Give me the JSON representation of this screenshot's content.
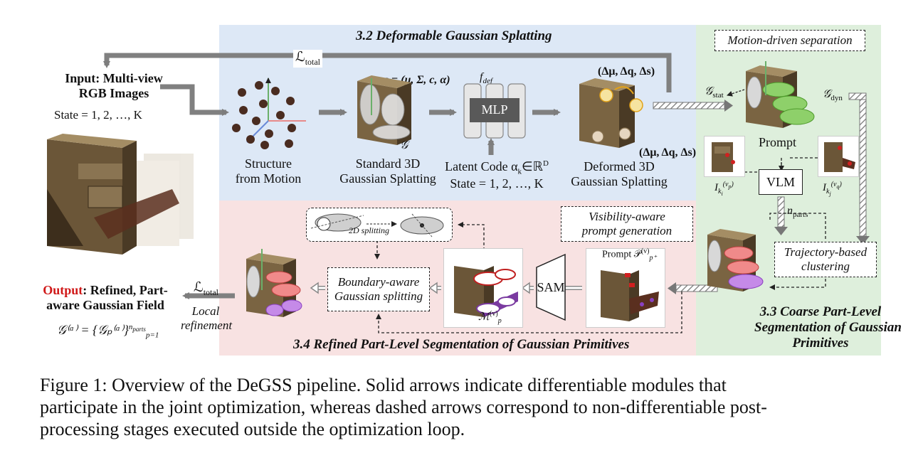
{
  "sections": {
    "deformable": "3.2 Deformable Gaussian Splatting",
    "coarse": [
      "3.3 Coarse Part-Level",
      "Segmentation of Gaussian",
      "Primitives"
    ],
    "refined": "3.4 Refined Part-Level Segmentation of Gaussian Primitives"
  },
  "input": {
    "line1": "Input: Multi-view",
    "line2": "RGB Images",
    "state": "State = 1, 2, …, K"
  },
  "loss_top": "ℒ",
  "loss_sub": "total",
  "loss_bottom": "ℒ",
  "loss_bottom_sub": "total",
  "sfm": {
    "line1": "Structure",
    "line2": "from Motion"
  },
  "std3dgs": {
    "formula": "g = (μ, Σ, c, α)",
    "glabel": "𝒢",
    "line1": "Standard 3D",
    "line2": "Gaussian Splatting"
  },
  "mlp": {
    "fdef": "f",
    "fdef_sub": "def",
    "label": "MLP"
  },
  "latent": {
    "line1": "Latent Code α",
    "line1_sub": "k",
    "line1_rest": "∈ℝ",
    "line1_sup": "D",
    "line2": "State = 1, 2, …, K"
  },
  "deformed": {
    "delta_top": "(Δμ, Δq, Δs)",
    "delta_bottom": "(Δμ, Δq, Δs)",
    "line1": "Deformed 3D",
    "line2": "Gaussian Splatting"
  },
  "motion_sep": "Motion-driven separation",
  "g_stat": "𝒢",
  "g_stat_sub": "stat",
  "g_dyn": "𝒢",
  "g_dyn_sub": "dyn",
  "prompt": "Prompt",
  "vlm": "VLM",
  "ikl": {
    "base": "I",
    "sub": "k",
    "subsub": "i",
    "sup": "(v",
    "supsub": "p",
    "supend": ")"
  },
  "ikr": {
    "base": "I",
    "sub": "k",
    "subsub": "j",
    "sup": "(v",
    "supsub": "q",
    "supend": ")"
  },
  "n_parts": "n",
  "n_parts_sub": "parts",
  "traj": [
    "Trajectory-based",
    "clustering"
  ],
  "vis_prompt": [
    "Visibility-aware",
    "prompt generation"
  ],
  "prompt_pv": "Prompt 𝒫",
  "prompt_pv_sub": "p⁺",
  "prompt_pv_sup": "(v)",
  "sam": "SAM",
  "mask_label": "ℳ",
  "mask_sub": "p",
  "mask_sup": "(v)",
  "split2d": "2D splitting",
  "boundary": [
    "Boundary-aware",
    "Gaussian splitting"
  ],
  "local_ref": [
    "Local",
    "refinement"
  ],
  "output": {
    "word": "Output",
    "rest1": ": Refined, Part-",
    "line2": "aware Gaussian Field",
    "formula": "𝒢⁽ᵅ⁾ = {𝒢ₚ⁽ᵅ⁾}",
    "formula_sup": "n",
    "formula_supsub": "parts",
    "formula_sub": "p=1"
  },
  "caption": [
    "Figure 1:  Overview of the DeGSS pipeline.  Solid arrows indicate differentiable modules that",
    "participate in the joint optimization, whereas dashed arrows correspond to non-differentiable post-",
    "processing stages executed outside the optimization loop."
  ]
}
